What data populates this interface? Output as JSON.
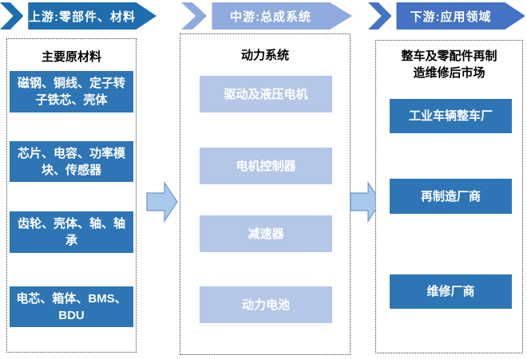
{
  "banners": {
    "upstream": {
      "label": "上游:零部件、材料",
      "fill": "#1E6DAE"
    },
    "midstream": {
      "label": "中游:总成系统",
      "fill": "#8FAADC"
    },
    "downstream": {
      "label": "下游:应用领域",
      "fill": "#4472C4"
    }
  },
  "columns": {
    "upstream": {
      "title": "主要原材料",
      "items": [
        "磁钢、铜线、定子转子铁芯、壳体",
        "芯片、电容、功率模块、传感器",
        "齿轮、壳体、轴、轴承",
        "电芯、箱体、BMS、BDU"
      ]
    },
    "midstream": {
      "title": "动力系统",
      "items": [
        "驱动及液压电机",
        "电机控制器",
        "减速器",
        "动力电池"
      ]
    },
    "downstream": {
      "title": "整车及零配件再制造维修后市场",
      "items": [
        "工业车辆整车厂",
        "再制造厂商",
        "维修厂商"
      ]
    }
  },
  "colors": {
    "upstream_banner": "#1E6DAE",
    "midstream_banner": "#8FAADC",
    "downstream_banner": "#4472C4",
    "upstream_node": "#2E75B6",
    "midstream_node": "#B4C7E7",
    "downstream_node": "#2E75B6",
    "arrow_fill": "#A9C9EC",
    "arrow_stroke": "#7096C8",
    "dashed_border": "#404040",
    "node_text": "#FFFFFF",
    "title_text": "#000000"
  }
}
